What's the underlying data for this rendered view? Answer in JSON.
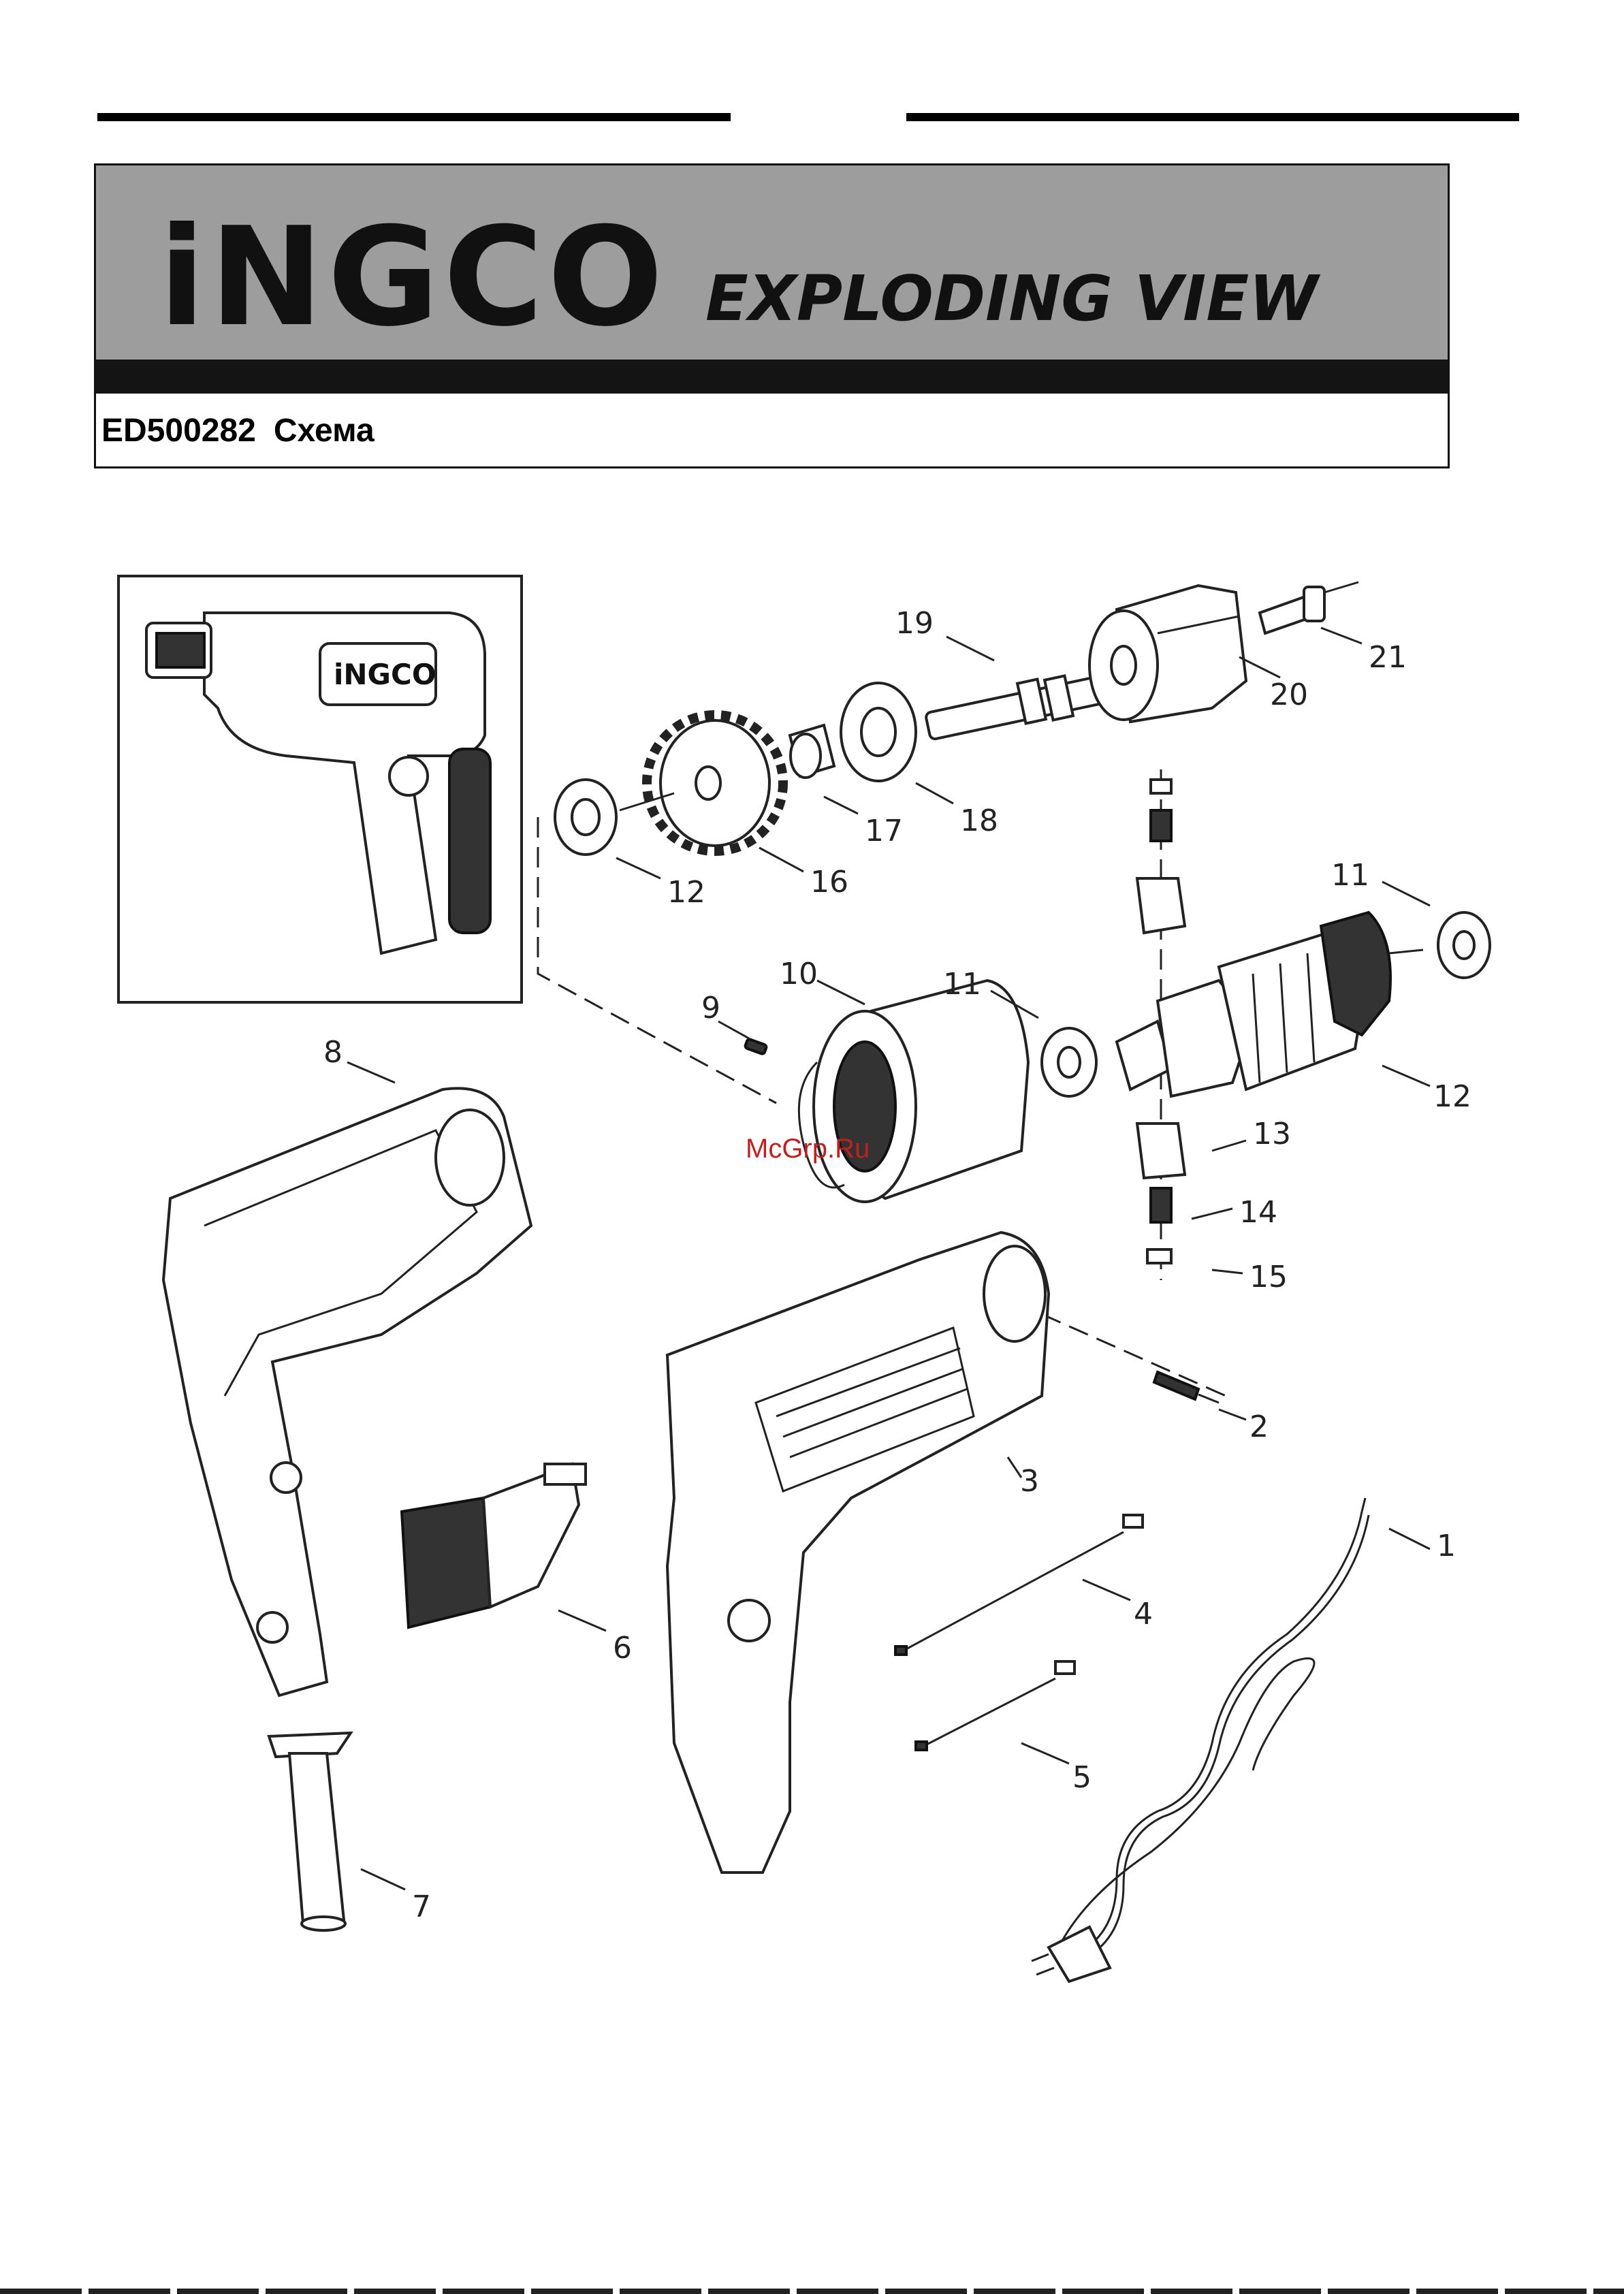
{
  "header": {
    "brand": "iNGCO",
    "title": "EXPLODING VIEW",
    "model": "ED500282",
    "scheme_label": "Схема"
  },
  "watermark": "McGrp.Ru",
  "inset": {
    "tool_brand": "iNGCO"
  },
  "parts": [
    {
      "number": "1",
      "name": "power-cord"
    },
    {
      "number": "2",
      "name": "screw"
    },
    {
      "number": "3",
      "name": "housing-right"
    },
    {
      "number": "4",
      "name": "wire-a"
    },
    {
      "number": "5",
      "name": "wire-b"
    },
    {
      "number": "6",
      "name": "switch"
    },
    {
      "number": "7",
      "name": "cord-sleeve"
    },
    {
      "number": "8",
      "name": "housing-left"
    },
    {
      "number": "9",
      "name": "small-screw"
    },
    {
      "number": "10",
      "name": "stator"
    },
    {
      "number": "11",
      "name": "bearing"
    },
    {
      "number": "12",
      "name": "armature"
    },
    {
      "number": "13",
      "name": "brush-holder"
    },
    {
      "number": "14",
      "name": "carbon-brush"
    },
    {
      "number": "15",
      "name": "brush-cap"
    },
    {
      "number": "16",
      "name": "gear"
    },
    {
      "number": "17",
      "name": "bushing"
    },
    {
      "number": "18",
      "name": "bearing-large"
    },
    {
      "number": "19",
      "name": "spindle"
    },
    {
      "number": "20",
      "name": "chuck"
    },
    {
      "number": "21",
      "name": "chuck-screw"
    }
  ]
}
